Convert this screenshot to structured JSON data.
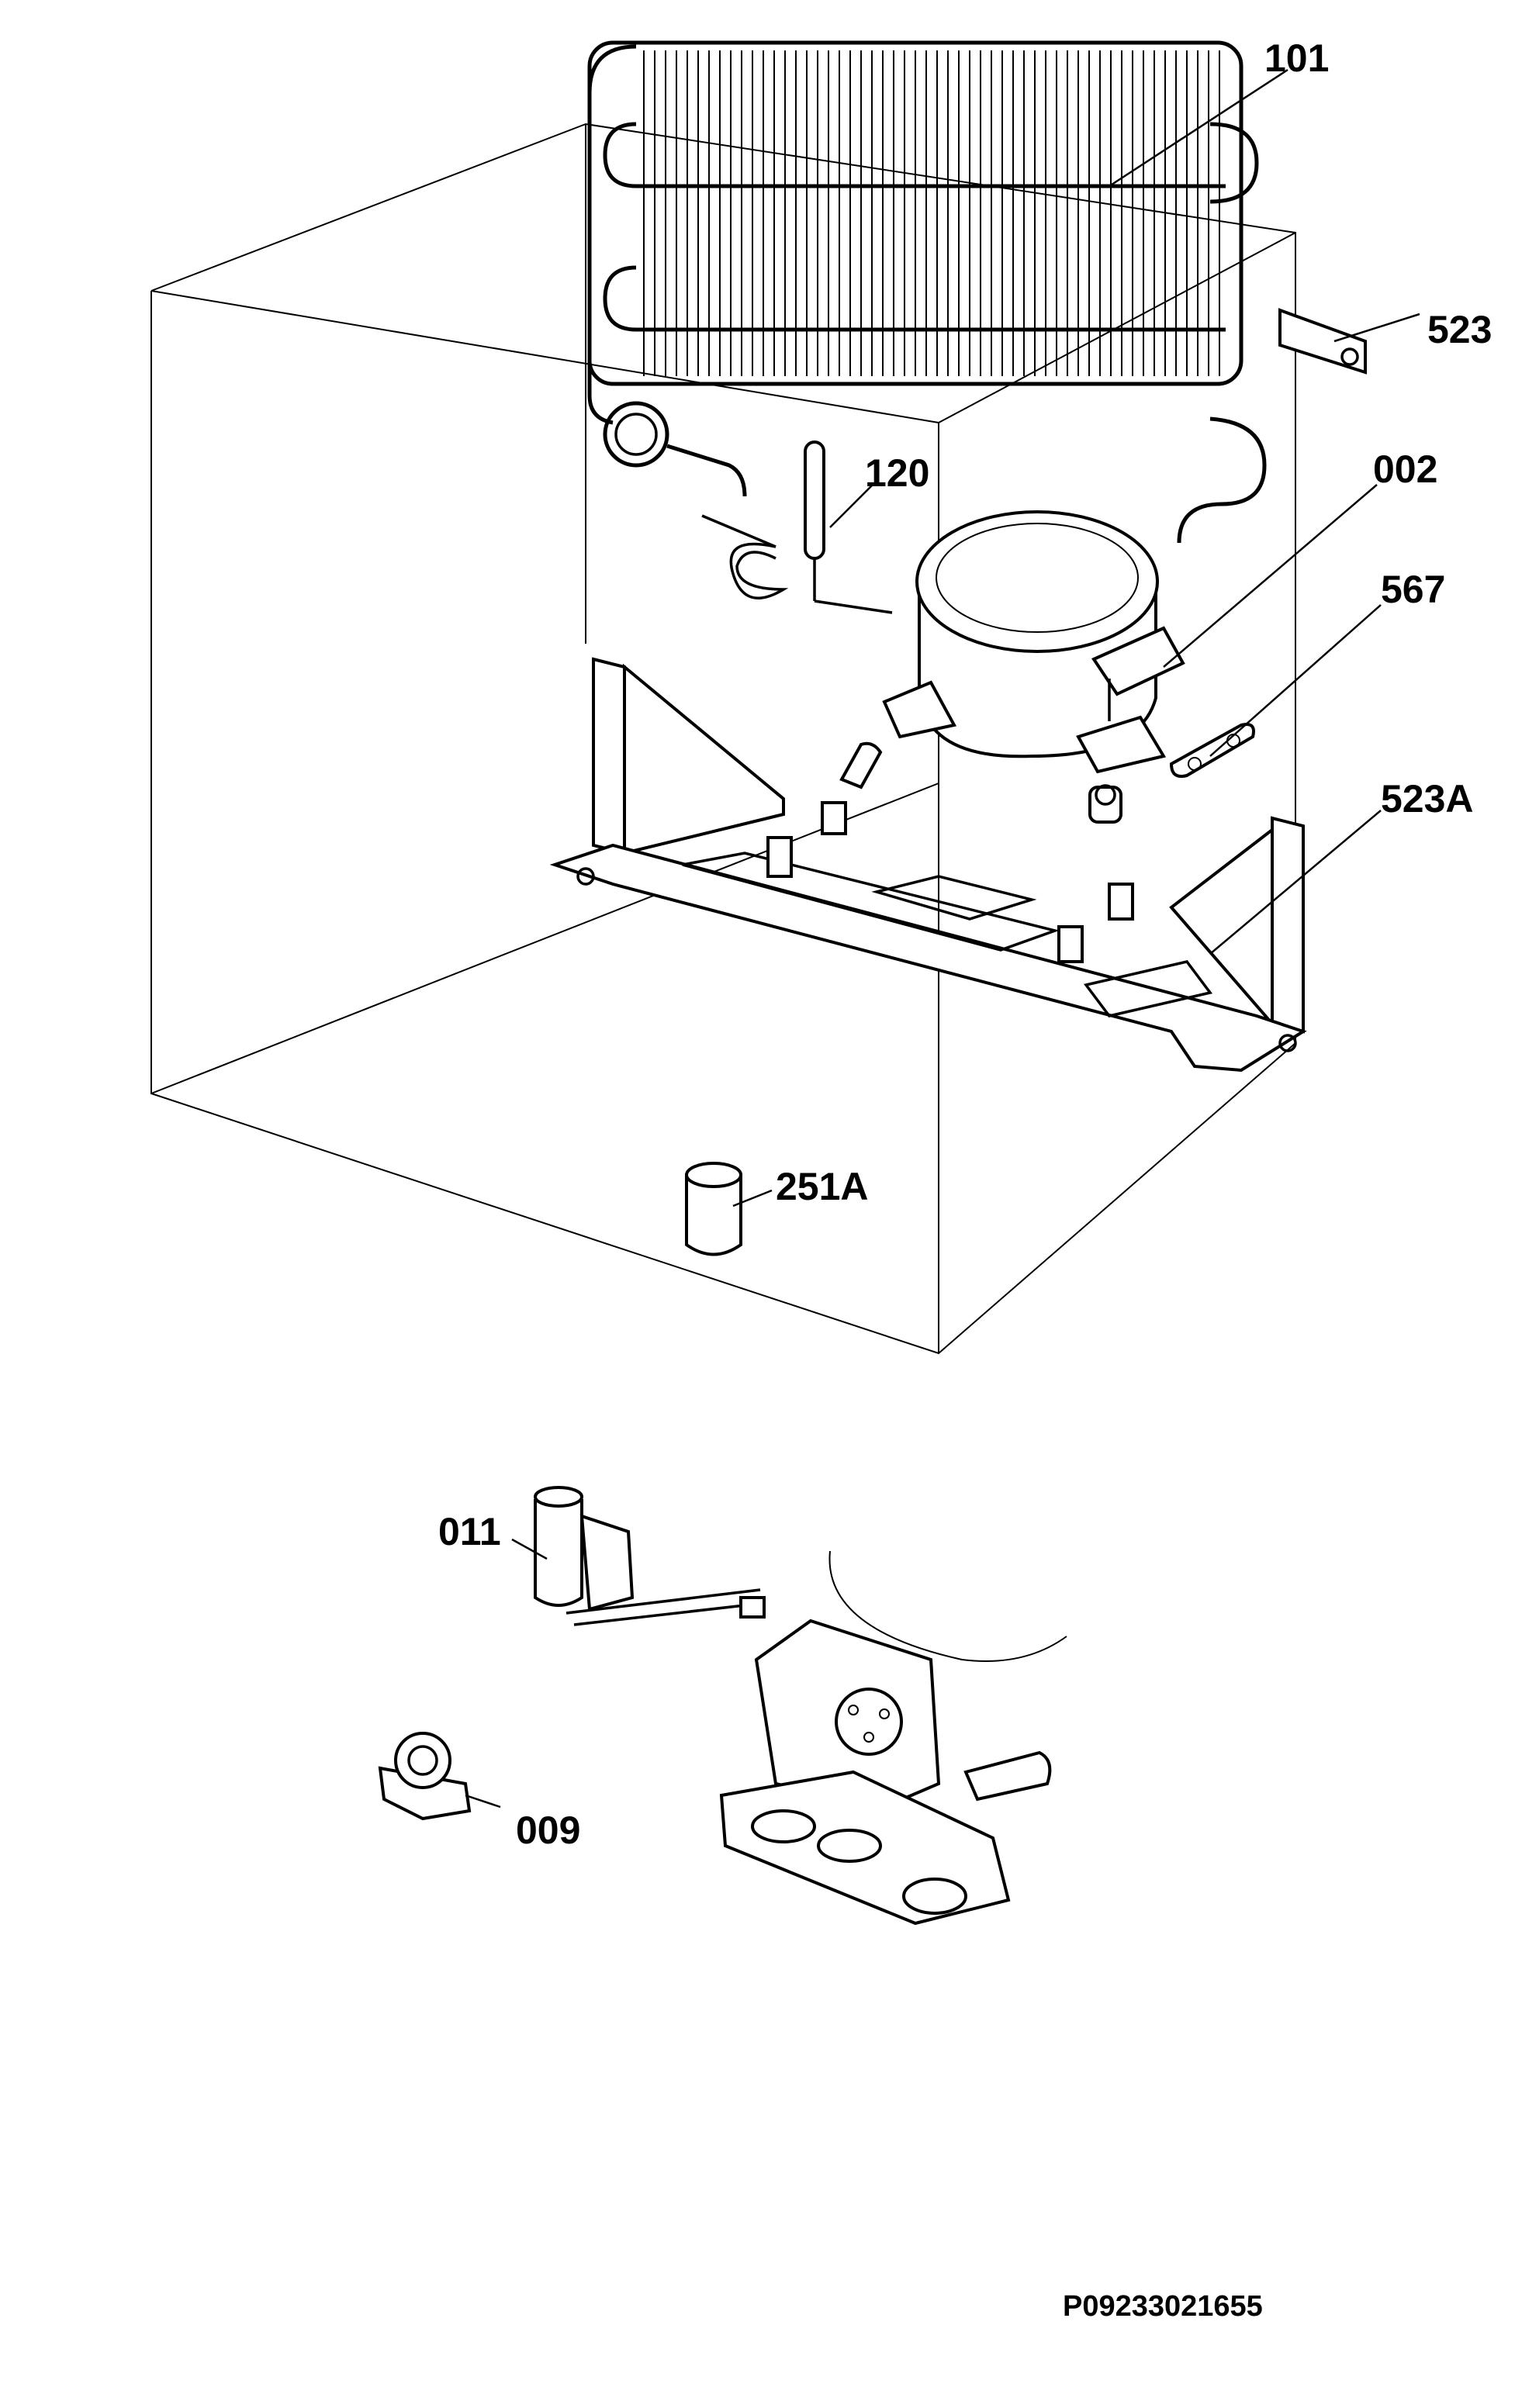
{
  "labels": {
    "p101": "101",
    "p523": "523",
    "p120": "120",
    "p002": "002",
    "p567": "567",
    "p523a": "523A",
    "p251a": "251A",
    "p011": "011",
    "p009": "009"
  },
  "drawing_code": "P09233021655",
  "icons": {
    "condenser": "condenser-coil-icon",
    "compressor": "compressor-icon",
    "filter_drier": "filter-drier-icon",
    "bracket": "clip-bracket-icon",
    "base_plate": "mounting-plate-icon",
    "grommet": "rubber-grommet-icon",
    "relay": "start-relay-icon",
    "overload": "overload-protector-icon"
  }
}
